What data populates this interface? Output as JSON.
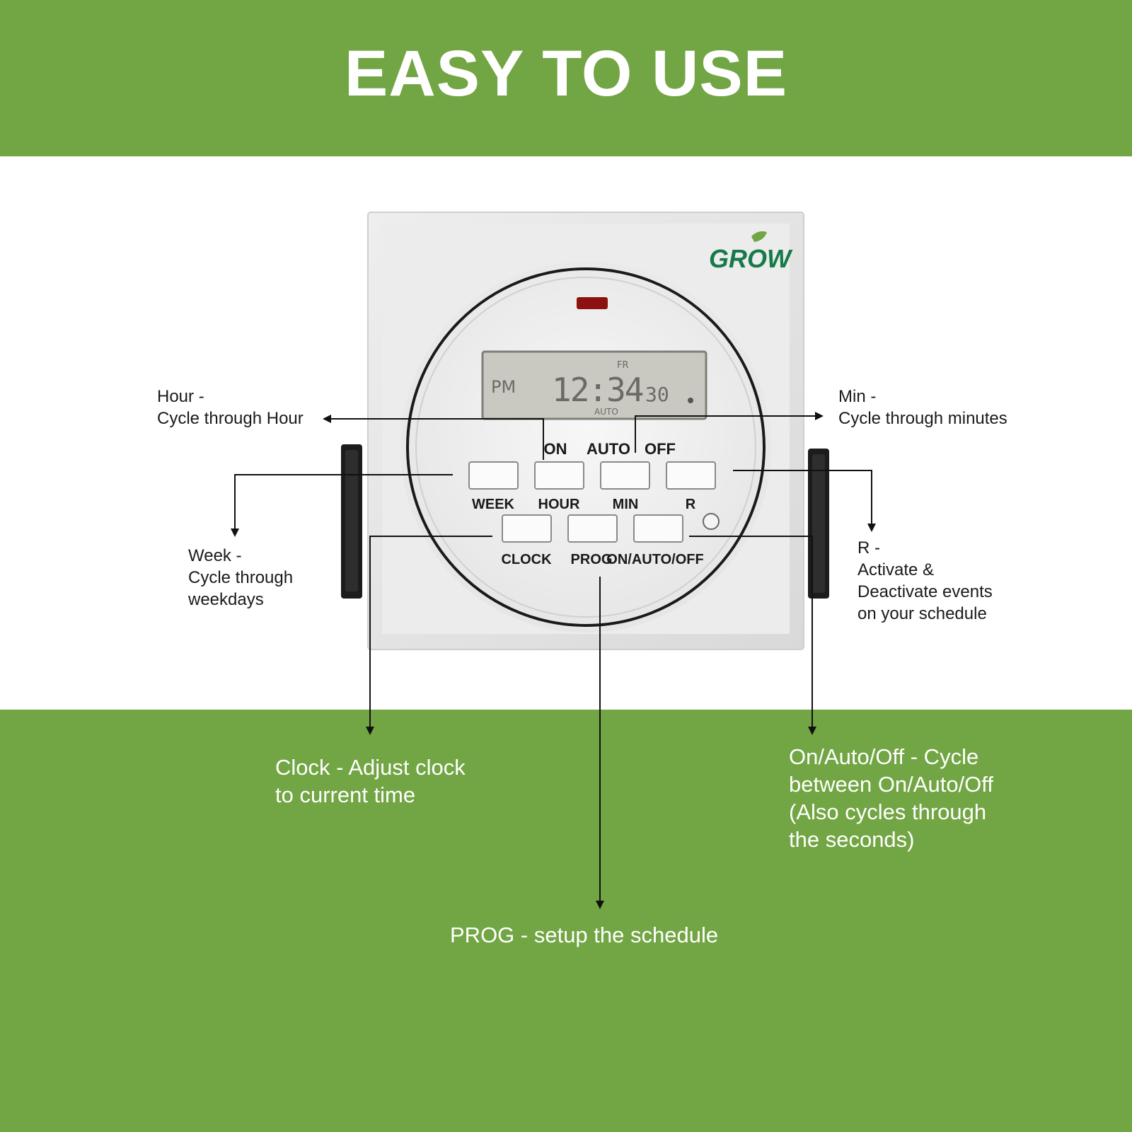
{
  "title": "EASY TO USE",
  "colors": {
    "band_green": "#72a543",
    "device_body": "#e4e4e4",
    "device_face": "#f1f1f1",
    "lcd_bg": "#c9c9c1",
    "lcd_text": "#6b6b66",
    "logo_green": "#167a4a",
    "led": "#8d1111",
    "arrow": "#111111"
  },
  "device": {
    "brand_logo": "GROW",
    "lcd": {
      "day": "FR",
      "ampm": "PM",
      "time": "12:34",
      "seconds": "30",
      "mode": "AUTO"
    },
    "top_labels": [
      "ON",
      "AUTO",
      "OFF"
    ],
    "buttons_row1": [
      "WEEK",
      "HOUR",
      "MIN",
      "R"
    ],
    "buttons_row2": [
      "CLOCK",
      "PROG",
      "ON/AUTO/OFF"
    ]
  },
  "callouts": {
    "hour": [
      "Hour -",
      "Cycle through Hour"
    ],
    "min": [
      "Min -",
      "Cycle through minutes"
    ],
    "week": [
      "Week -",
      "Cycle through",
      "weekdays"
    ],
    "r": [
      "R -",
      "Activate &",
      "Deactivate events",
      "on your schedule"
    ],
    "clock": [
      "Clock - Adjust clock",
      "to current time"
    ],
    "onautooff": [
      "On/Auto/Off - Cycle",
      "between On/Auto/Off",
      "(Also cycles through",
      "the seconds)"
    ],
    "prog": [
      "PROG - setup the schedule"
    ]
  }
}
